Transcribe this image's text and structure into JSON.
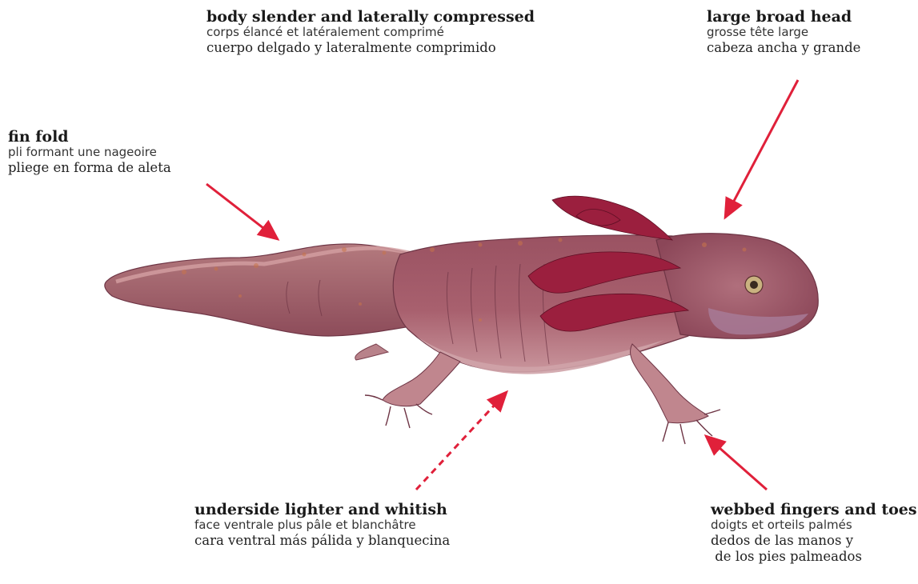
{
  "diagram": {
    "subject": "axolotl larva",
    "colors": {
      "arrow": "#e0203a",
      "body": "#a8606e",
      "body_dark": "#8a3f50",
      "gill": "#9b1f3e",
      "spots": "#c8744a",
      "belly": "#cfa3a8"
    },
    "labels": [
      {
        "id": "body",
        "en": "body slender and laterally compressed",
        "fr": "corps élancé et latéralement comprimé",
        "es": "cuerpo delgado y lateralmente comprimido"
      },
      {
        "id": "head",
        "en": "large broad head",
        "fr": "grosse tête large",
        "es": "cabeza ancha y grande"
      },
      {
        "id": "fin",
        "en": "fin fold",
        "fr": "pli formant une nageoire",
        "es": "pliege en forma de aleta"
      },
      {
        "id": "underside",
        "en": "underside lighter and whitish",
        "fr": "face ventrale plus pâle et blanchâtre",
        "es": "cara ventral más pálida y blanquecina"
      },
      {
        "id": "feet",
        "en": "webbed fingers and toes",
        "fr": "doigts et orteils palmés",
        "es": "dedos de las manos y\n de los pies palmeados"
      }
    ]
  }
}
